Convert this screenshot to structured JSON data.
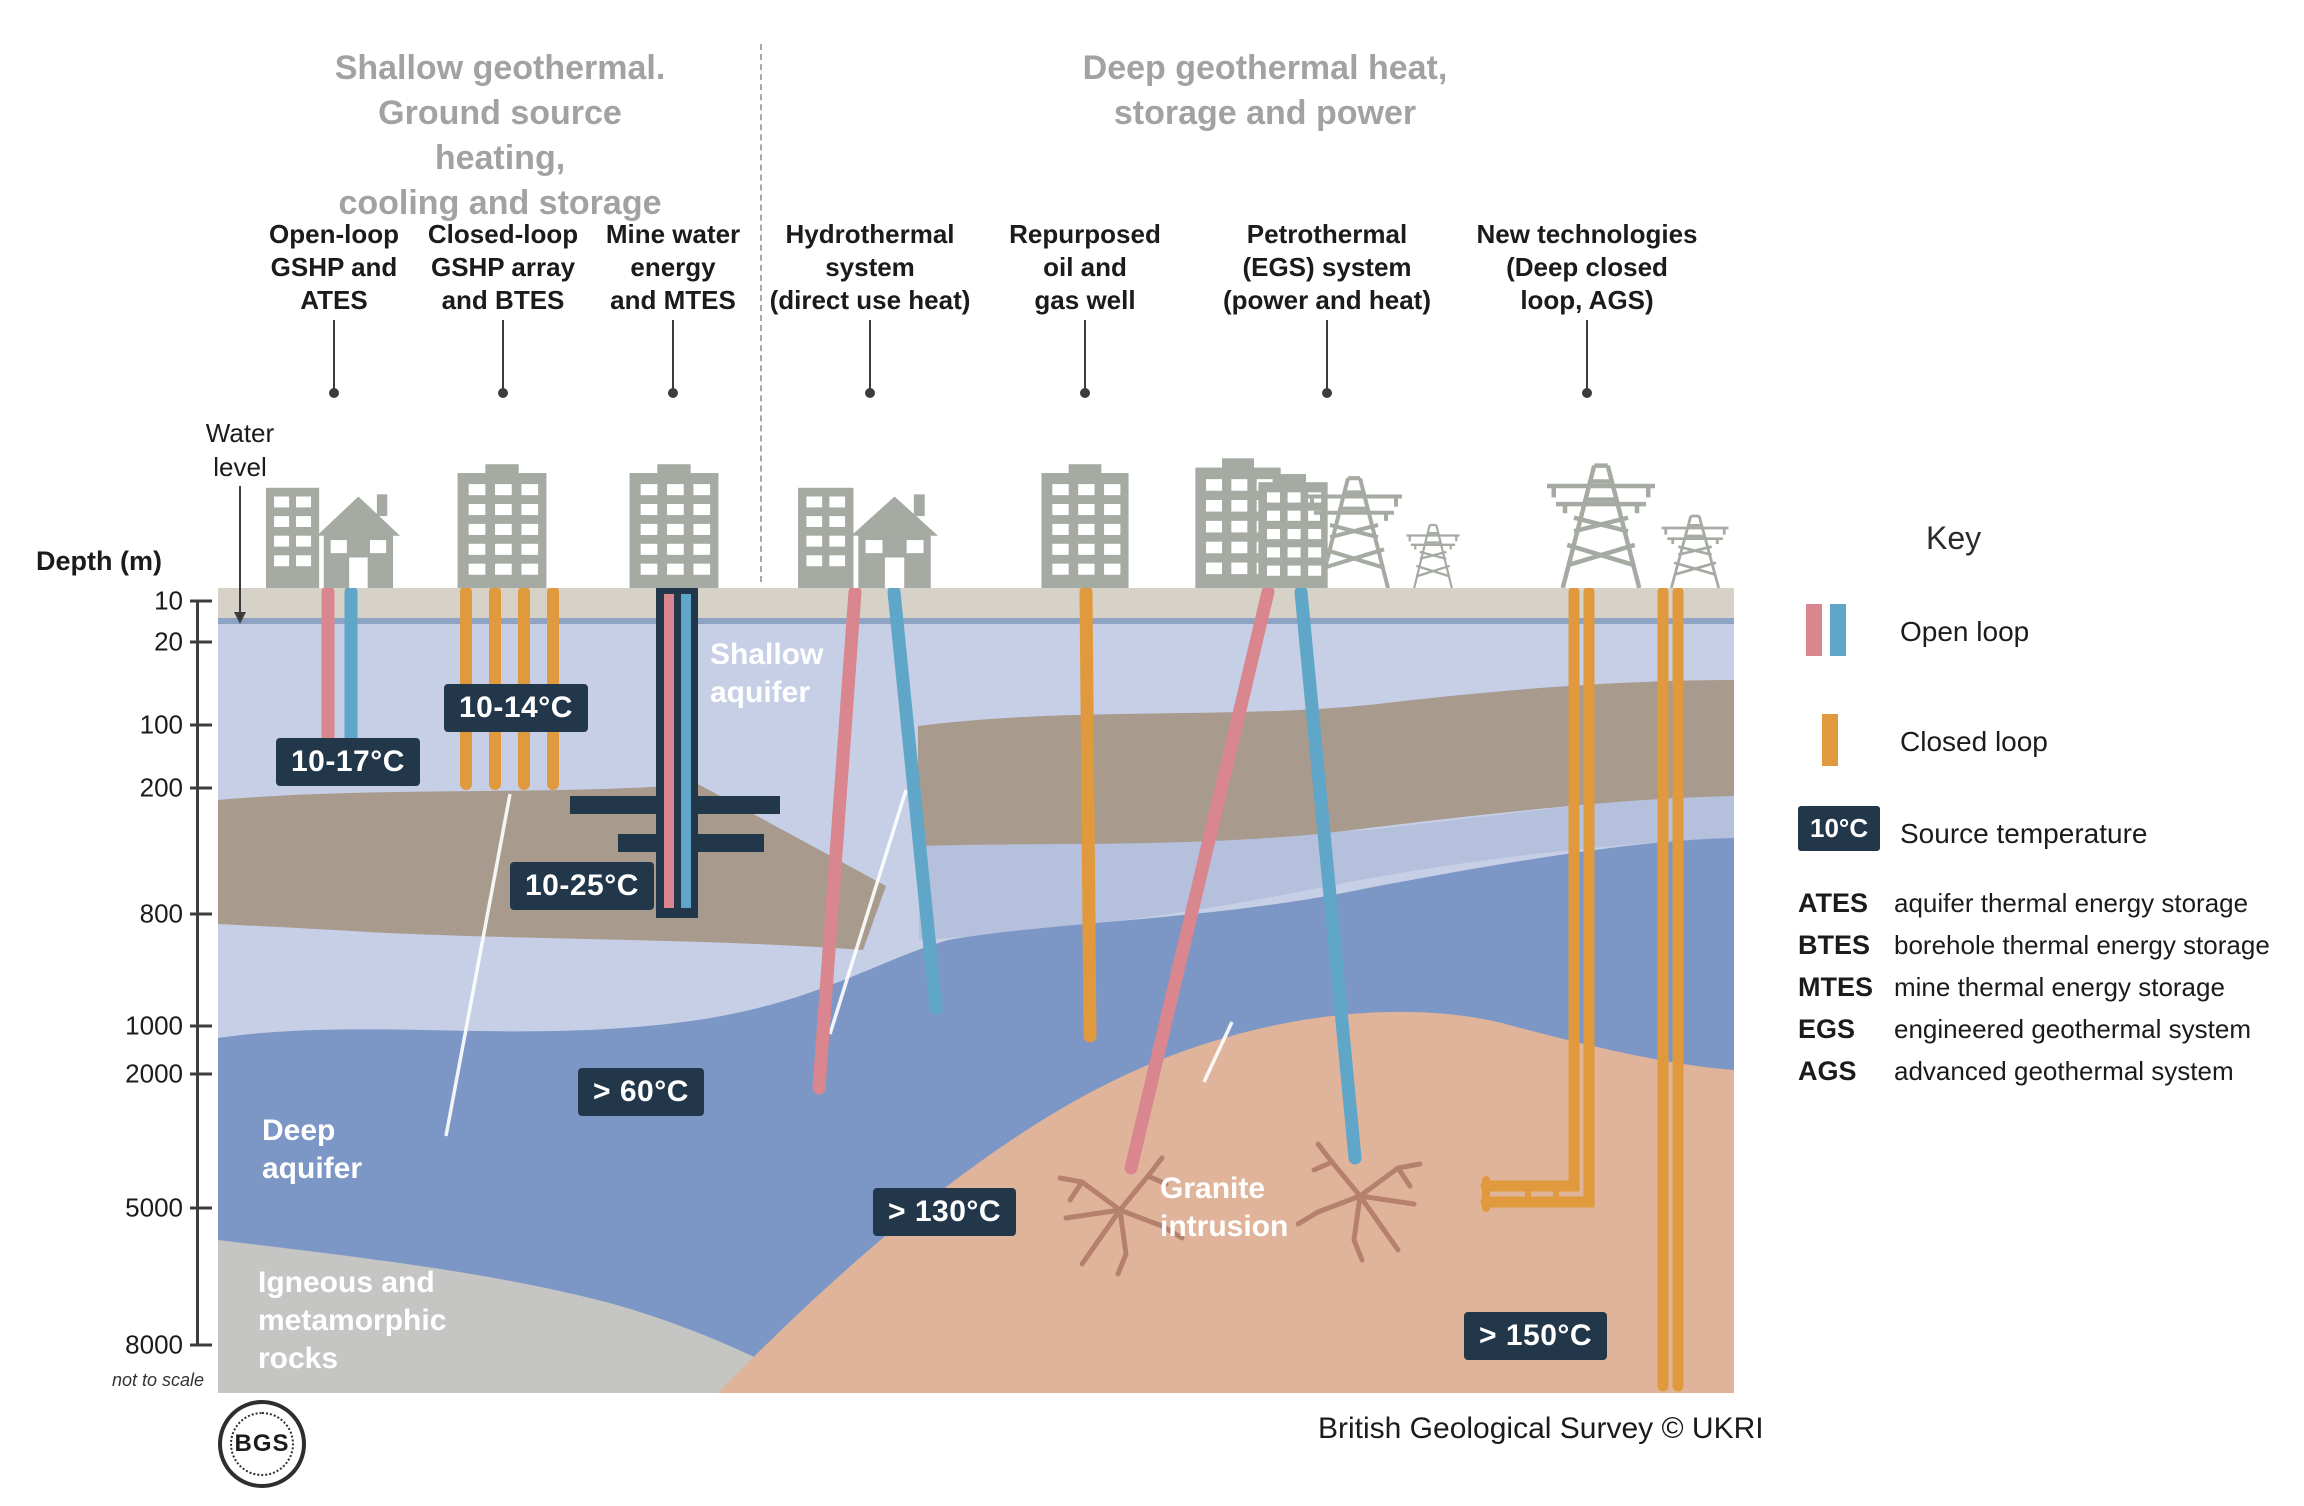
{
  "titles": {
    "shallow": "Shallow geothermal.\nGround source heating,\ncooling and storage",
    "deep": "Deep geothermal heat,\nstorage and power"
  },
  "water_level_label": "Water\nlevel",
  "depth_axis": {
    "label": "Depth (m)",
    "ticks": [
      "10",
      "20",
      "100",
      "200",
      "800",
      "1000",
      "2000",
      "5000",
      "8000"
    ],
    "note": "not to scale"
  },
  "technologies": [
    {
      "label": "Open-loop\nGSHP and\nATES"
    },
    {
      "label": "Closed-loop\nGSHP array\nand BTES"
    },
    {
      "label": "Mine water\nenergy\nand MTES"
    },
    {
      "label": "Hydrothermal\nsystem\n(direct use heat)"
    },
    {
      "label": "Repurposed\noil and\ngas well"
    },
    {
      "label": "Petrothermal\n(EGS) system\n(power and heat)"
    },
    {
      "label": "New technologies\n(Deep closed\nloop, AGS)"
    }
  ],
  "temperature_badges": {
    "open_loop_gshp": "10-17°C",
    "closed_loop_gshp": "10-14°C",
    "mine_water": "10-25°C",
    "deep_aquifer": "> 60°C",
    "granite_upper": "> 130°C",
    "granite_deep": "> 150°C"
  },
  "geology_labels": {
    "shallow_aquifer": "Shallow\naquifer",
    "deep_aquifer": "Deep\naquifer",
    "igneous": "Igneous and\nmetamorphic\nrocks",
    "granite": "Granite\nintrusion"
  },
  "key": {
    "title": "Key",
    "open_loop": "Open loop",
    "closed_loop": "Closed loop",
    "source_temp_badge": "10°C",
    "source_temp_label": "Source temperature",
    "abbreviations": [
      {
        "abbr": "ATES",
        "def": "aquifer thermal energy storage"
      },
      {
        "abbr": "BTES",
        "def": "borehole thermal energy storage"
      },
      {
        "abbr": "MTES",
        "def": "mine thermal energy storage"
      },
      {
        "abbr": "EGS",
        "def": "engineered geothermal system"
      },
      {
        "abbr": "AGS",
        "def": "advanced geothermal system"
      }
    ]
  },
  "footer": {
    "credit": "British Geological Survey © UKRI",
    "logo_text": "BGS"
  },
  "colors": {
    "open_loop_warm": "#d9868e",
    "open_loop_cool": "#5fa6c9",
    "closed_loop": "#e0993c",
    "temperature_badge_bg": "#22374a"
  }
}
